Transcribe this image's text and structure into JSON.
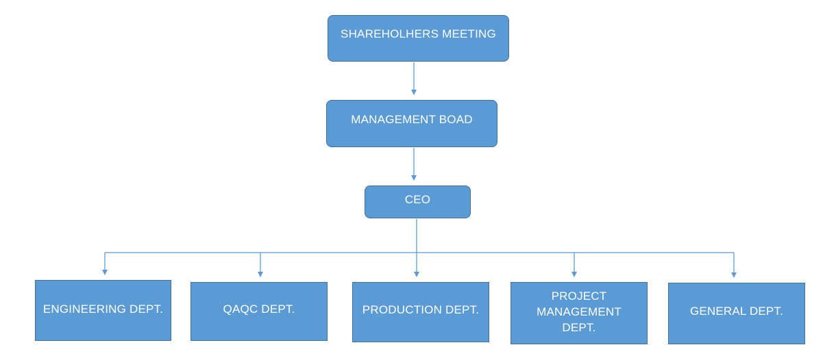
{
  "diagram": {
    "line_color": "#5b9bd5",
    "box_fill": "#5b9bd5",
    "box_border": "#41719c",
    "text_color": "#ffffff",
    "nodes": {
      "shareholders": "SHAREHOLHERS MEETING",
      "management": "MANAGEMENT BOAD",
      "ceo": "CEO",
      "engineering": "ENGINEERING DEPT.",
      "qaqc": "QAQC DEPT.",
      "production": "PRODUCTION DEPT.",
      "project": "PROJECT MANAGEMENT DEPT.",
      "general": "GENERAL DEPT."
    },
    "edges": [
      [
        "shareholders",
        "management"
      ],
      [
        "management",
        "ceo"
      ],
      [
        "ceo",
        "engineering"
      ],
      [
        "ceo",
        "qaqc"
      ],
      [
        "ceo",
        "production"
      ],
      [
        "ceo",
        "project"
      ],
      [
        "ceo",
        "general"
      ]
    ]
  }
}
